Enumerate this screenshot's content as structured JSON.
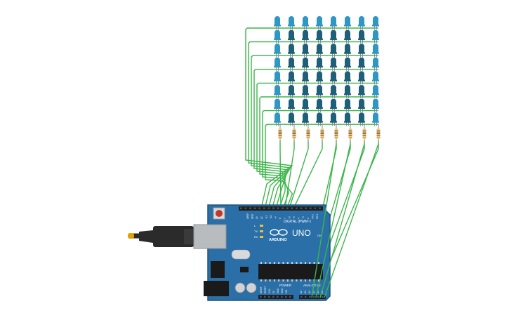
{
  "board": {
    "brand": "ARDUINO",
    "model": "UNO",
    "digital_label": "DIGITAL (PWM~)",
    "power_label": "POWER",
    "analog_label": "ANALOG IN",
    "tx_label": "TX",
    "rx_label": "RX",
    "l_label": "L",
    "on_label": "ON",
    "digital_pins": [
      "AREF",
      "GND",
      "13",
      "12",
      "~11",
      "~10",
      "~9",
      "8",
      "7",
      "~6",
      "~5",
      "4",
      "~3",
      "2",
      "TX 1",
      "RX 0"
    ],
    "power_pins": [
      "IOREF",
      "RESET",
      "3.3V",
      "5V",
      "GND",
      "GND",
      "VIN"
    ],
    "analog_pins": [
      "A0",
      "A1",
      "A2",
      "A3",
      "A4",
      "A5"
    ]
  },
  "matrix": {
    "rows": 8,
    "cols": 8
  },
  "colors": {
    "board": "#2a6fa8",
    "board_edge": "#1d557f",
    "wire": "#3cb54a",
    "led_dark": "#1e5f7a",
    "led_light": "#2f97c4",
    "resistor": "#e4cf8a",
    "cable": "#2b2b2b",
    "usb_metal": "#b9bcbf"
  }
}
